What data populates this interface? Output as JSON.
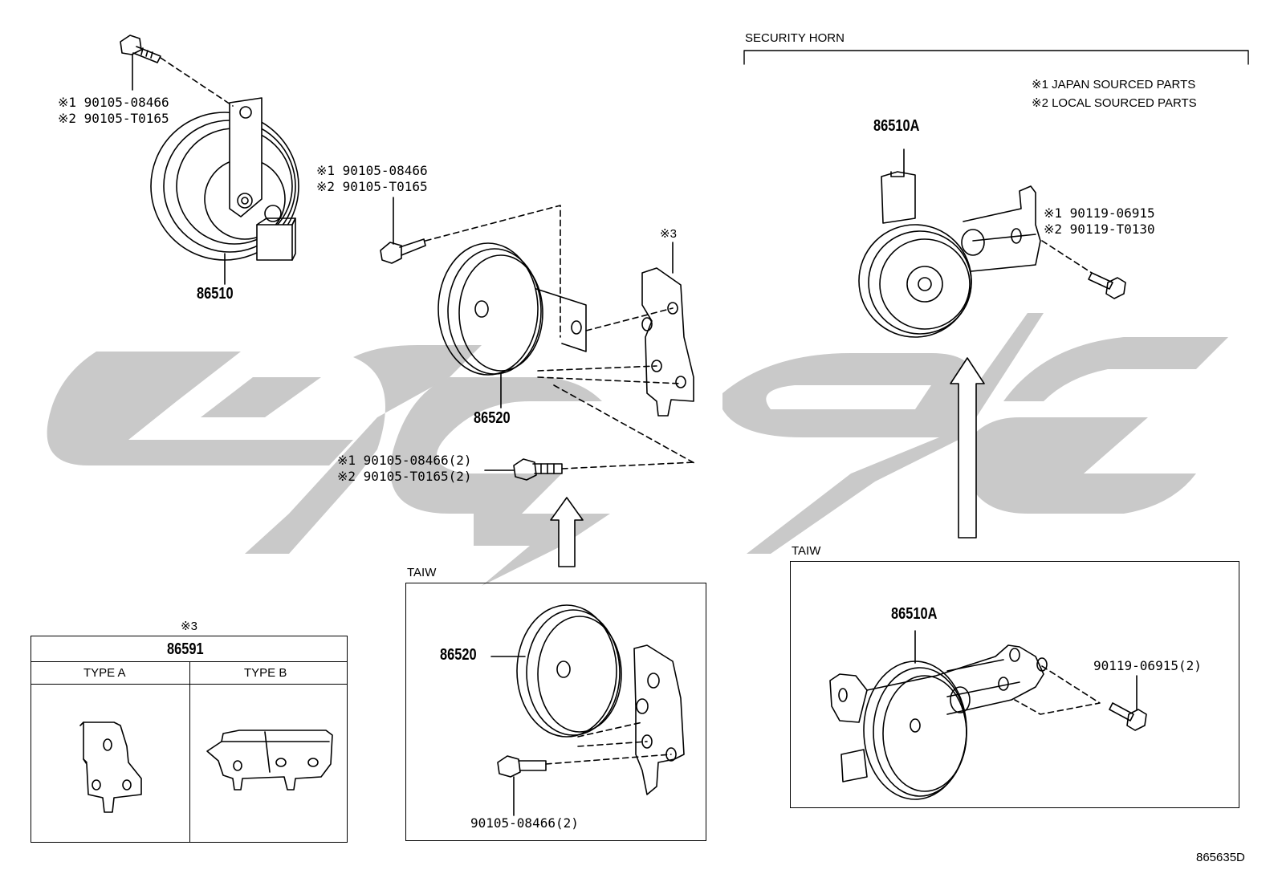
{
  "security_horn": {
    "title": "SECURITY HORN",
    "notes": [
      "※1 JAPAN SOURCED PARTS",
      "※2 LOCAL SOURCED PARTS"
    ]
  },
  "parts": {
    "horn_86510": "86510",
    "horn_86520": "86520",
    "horn_86510a": "86510A",
    "horn_86520_taiw": "86520",
    "horn_86510a_taiw": "86510A"
  },
  "bolts": {
    "top_left": [
      "※1 90105-08466",
      "※2 90105-T0165"
    ],
    "center_top": [
      "※1 90105-08466",
      "※2 90105-T0165"
    ],
    "center_bottom": [
      "※1 90105-08466(2)",
      "※2 90105-T0165(2)"
    ],
    "right_top": [
      "※1 90119-06915",
      "※2 90119-T0130"
    ],
    "taiw_center": "90105-08466(2)",
    "taiw_right": "90119-06915(2)"
  },
  "bracket_ref": "※3",
  "bracket_table": {
    "ref": "※3",
    "part": "86591",
    "columns": [
      "TYPE A",
      "TYPE B"
    ]
  },
  "taiw_label_center": "TAIW",
  "taiw_label_right": "TAIW",
  "diagram_code": "865635D",
  "colors": {
    "watermark": "#c9c9c9",
    "line": "#000000"
  }
}
